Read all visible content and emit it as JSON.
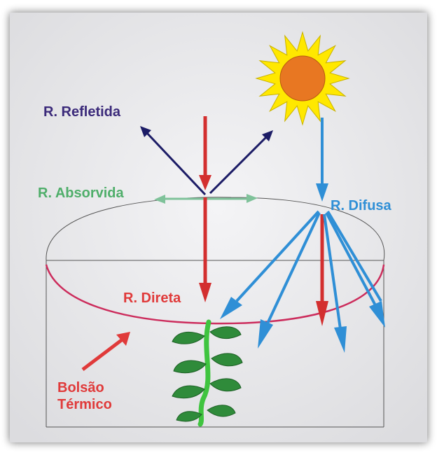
{
  "labels": {
    "reflected": "R. Refletida",
    "absorbed": "R. Absorvida",
    "diffuse": "R. Difusa",
    "direct": "R. Direta",
    "thermal_pocket_line1": "Bolsão",
    "thermal_pocket_line2": "Térmico"
  },
  "colors": {
    "panel_background": "#e9e9eb",
    "reflected": "#3b2a7a",
    "reflected_arrow": "#1c1c66",
    "absorbed": "#4fae6a",
    "absorbed_arrow": "#7fc29a",
    "diffuse": "#2f8fd6",
    "direct": "#e03a3a",
    "direct_arrow": "#d32f2f",
    "thermal_arc": "#cc2c5c",
    "sun_rays": "#ffe800",
    "sun_core": "#e87722",
    "plant_stem": "#3fc43f",
    "plant_leaf": "#2f8b3a"
  },
  "icons": [
    "sun-icon",
    "plant-icon"
  ]
}
